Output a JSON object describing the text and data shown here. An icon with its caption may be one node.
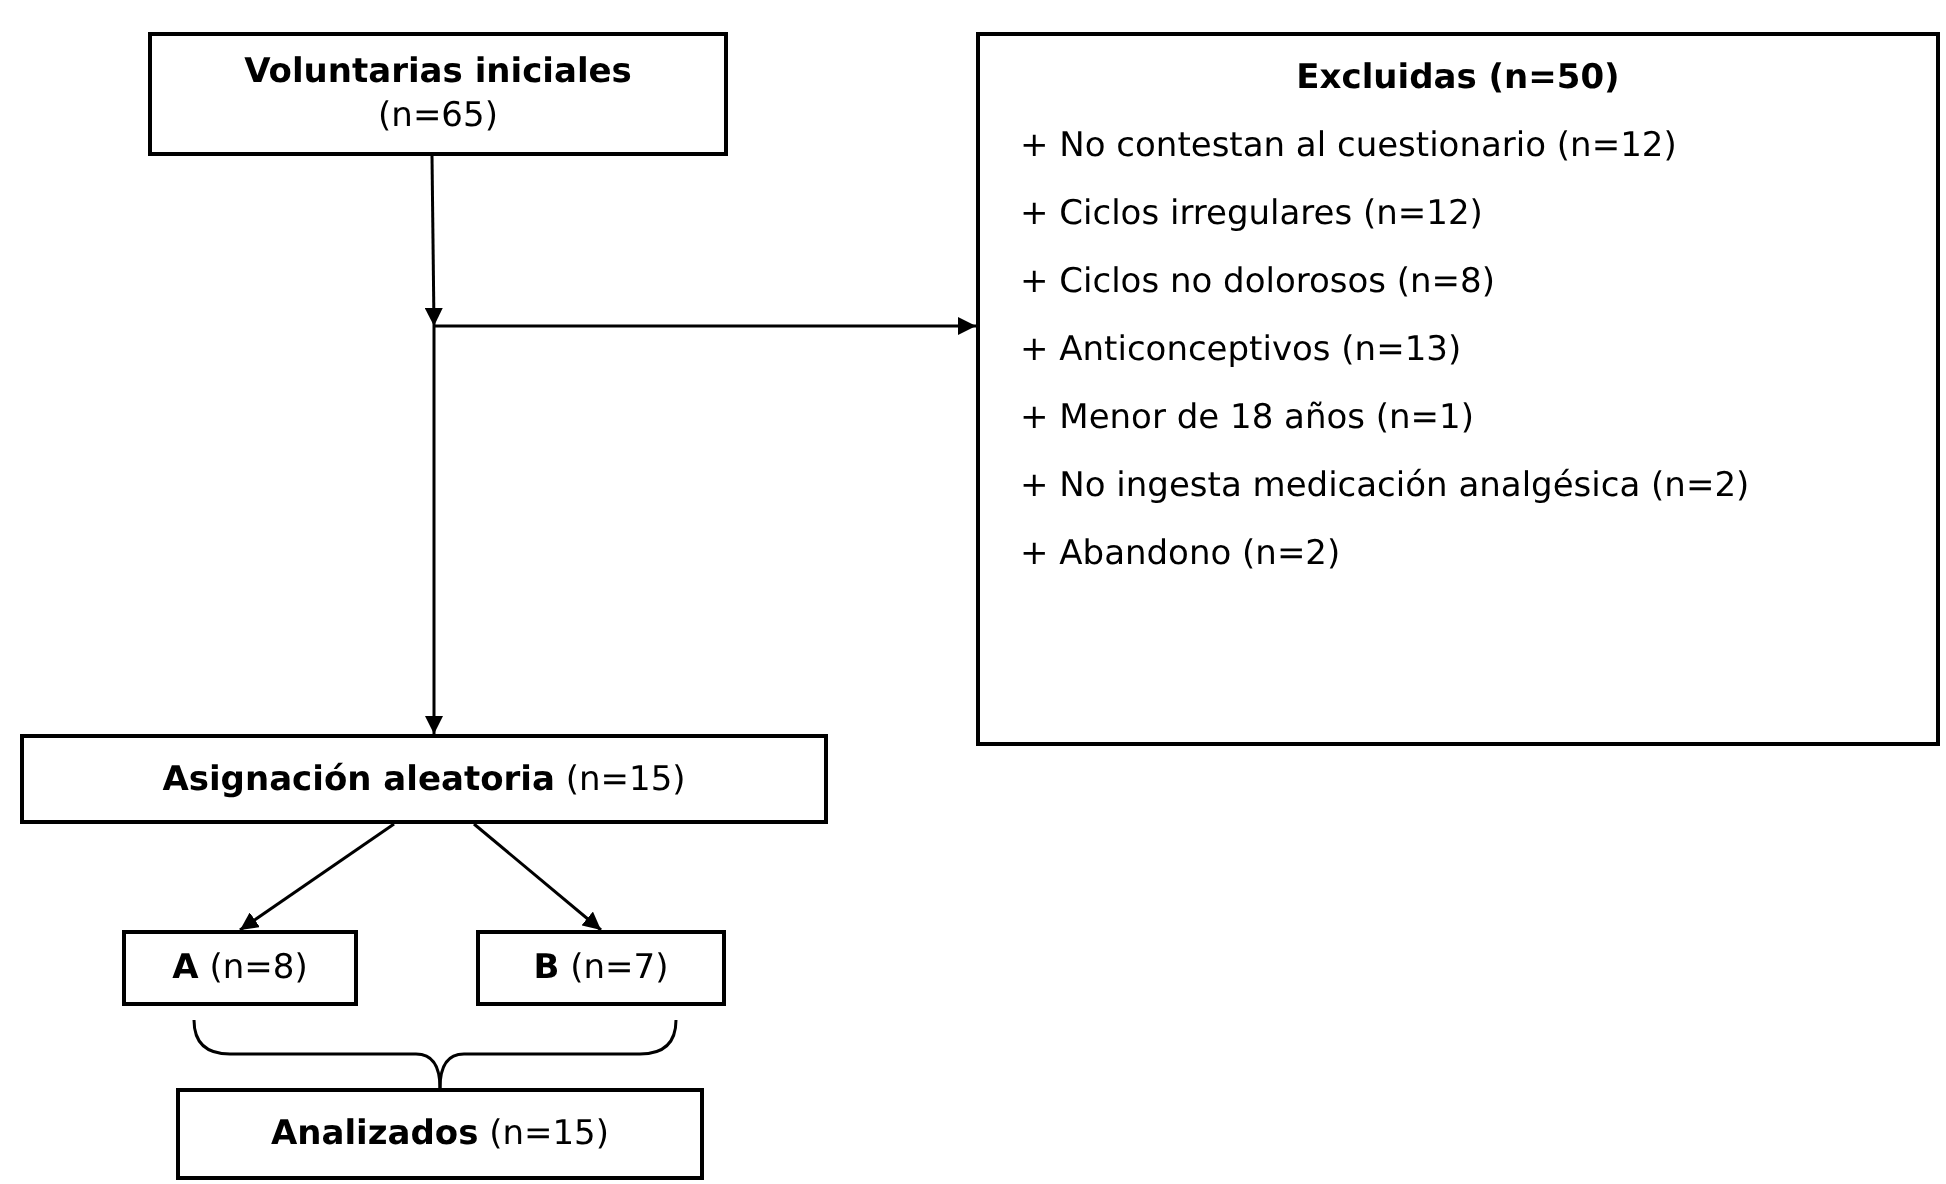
{
  "diagram": {
    "nodes": [
      {
        "text": [
          "Voluntarias iniciales",
          "(n=65)"
        ]
      },
      {
        "text": [
          "Excluidas (n=50)",
          "+ No contestan al cuestionario (n=12)",
          "+ Ciclos irregulares (n=12)",
          "+ Ciclos no dolorosos (n=8)",
          "+ Anticonceptivos (n=13)",
          "+ Menor de 18 años (n=1)",
          "+ No ingesta medicación analgésica (n=2)",
          "+ Abandono (n=2)"
        ]
      },
      {
        "text": [
          "**Asignación aleatoria** (n=15)"
        ]
      },
      {
        "text": [
          "**A** (n=8)"
        ]
      },
      {
        "text": [
          "**B** (n=7)"
        ]
      },
      {
        "text": [
          "**Analizados** (n=15)"
        ]
      }
    ],
    "edges": [
      {
        "from": 0,
        "to": 1,
        "arrow": "to"
      },
      {
        "from": 0,
        "to": 2,
        "arrow": "to"
      },
      {
        "from": 2,
        "to": 3,
        "arrow": "to"
      },
      {
        "from": 2,
        "to": 4,
        "arrow": "to"
      },
      {
        "from": 3,
        "to": 5,
        "arrow": "none"
      },
      {
        "from": 4,
        "to": 5,
        "arrow": "none"
      }
    ]
  }
}
